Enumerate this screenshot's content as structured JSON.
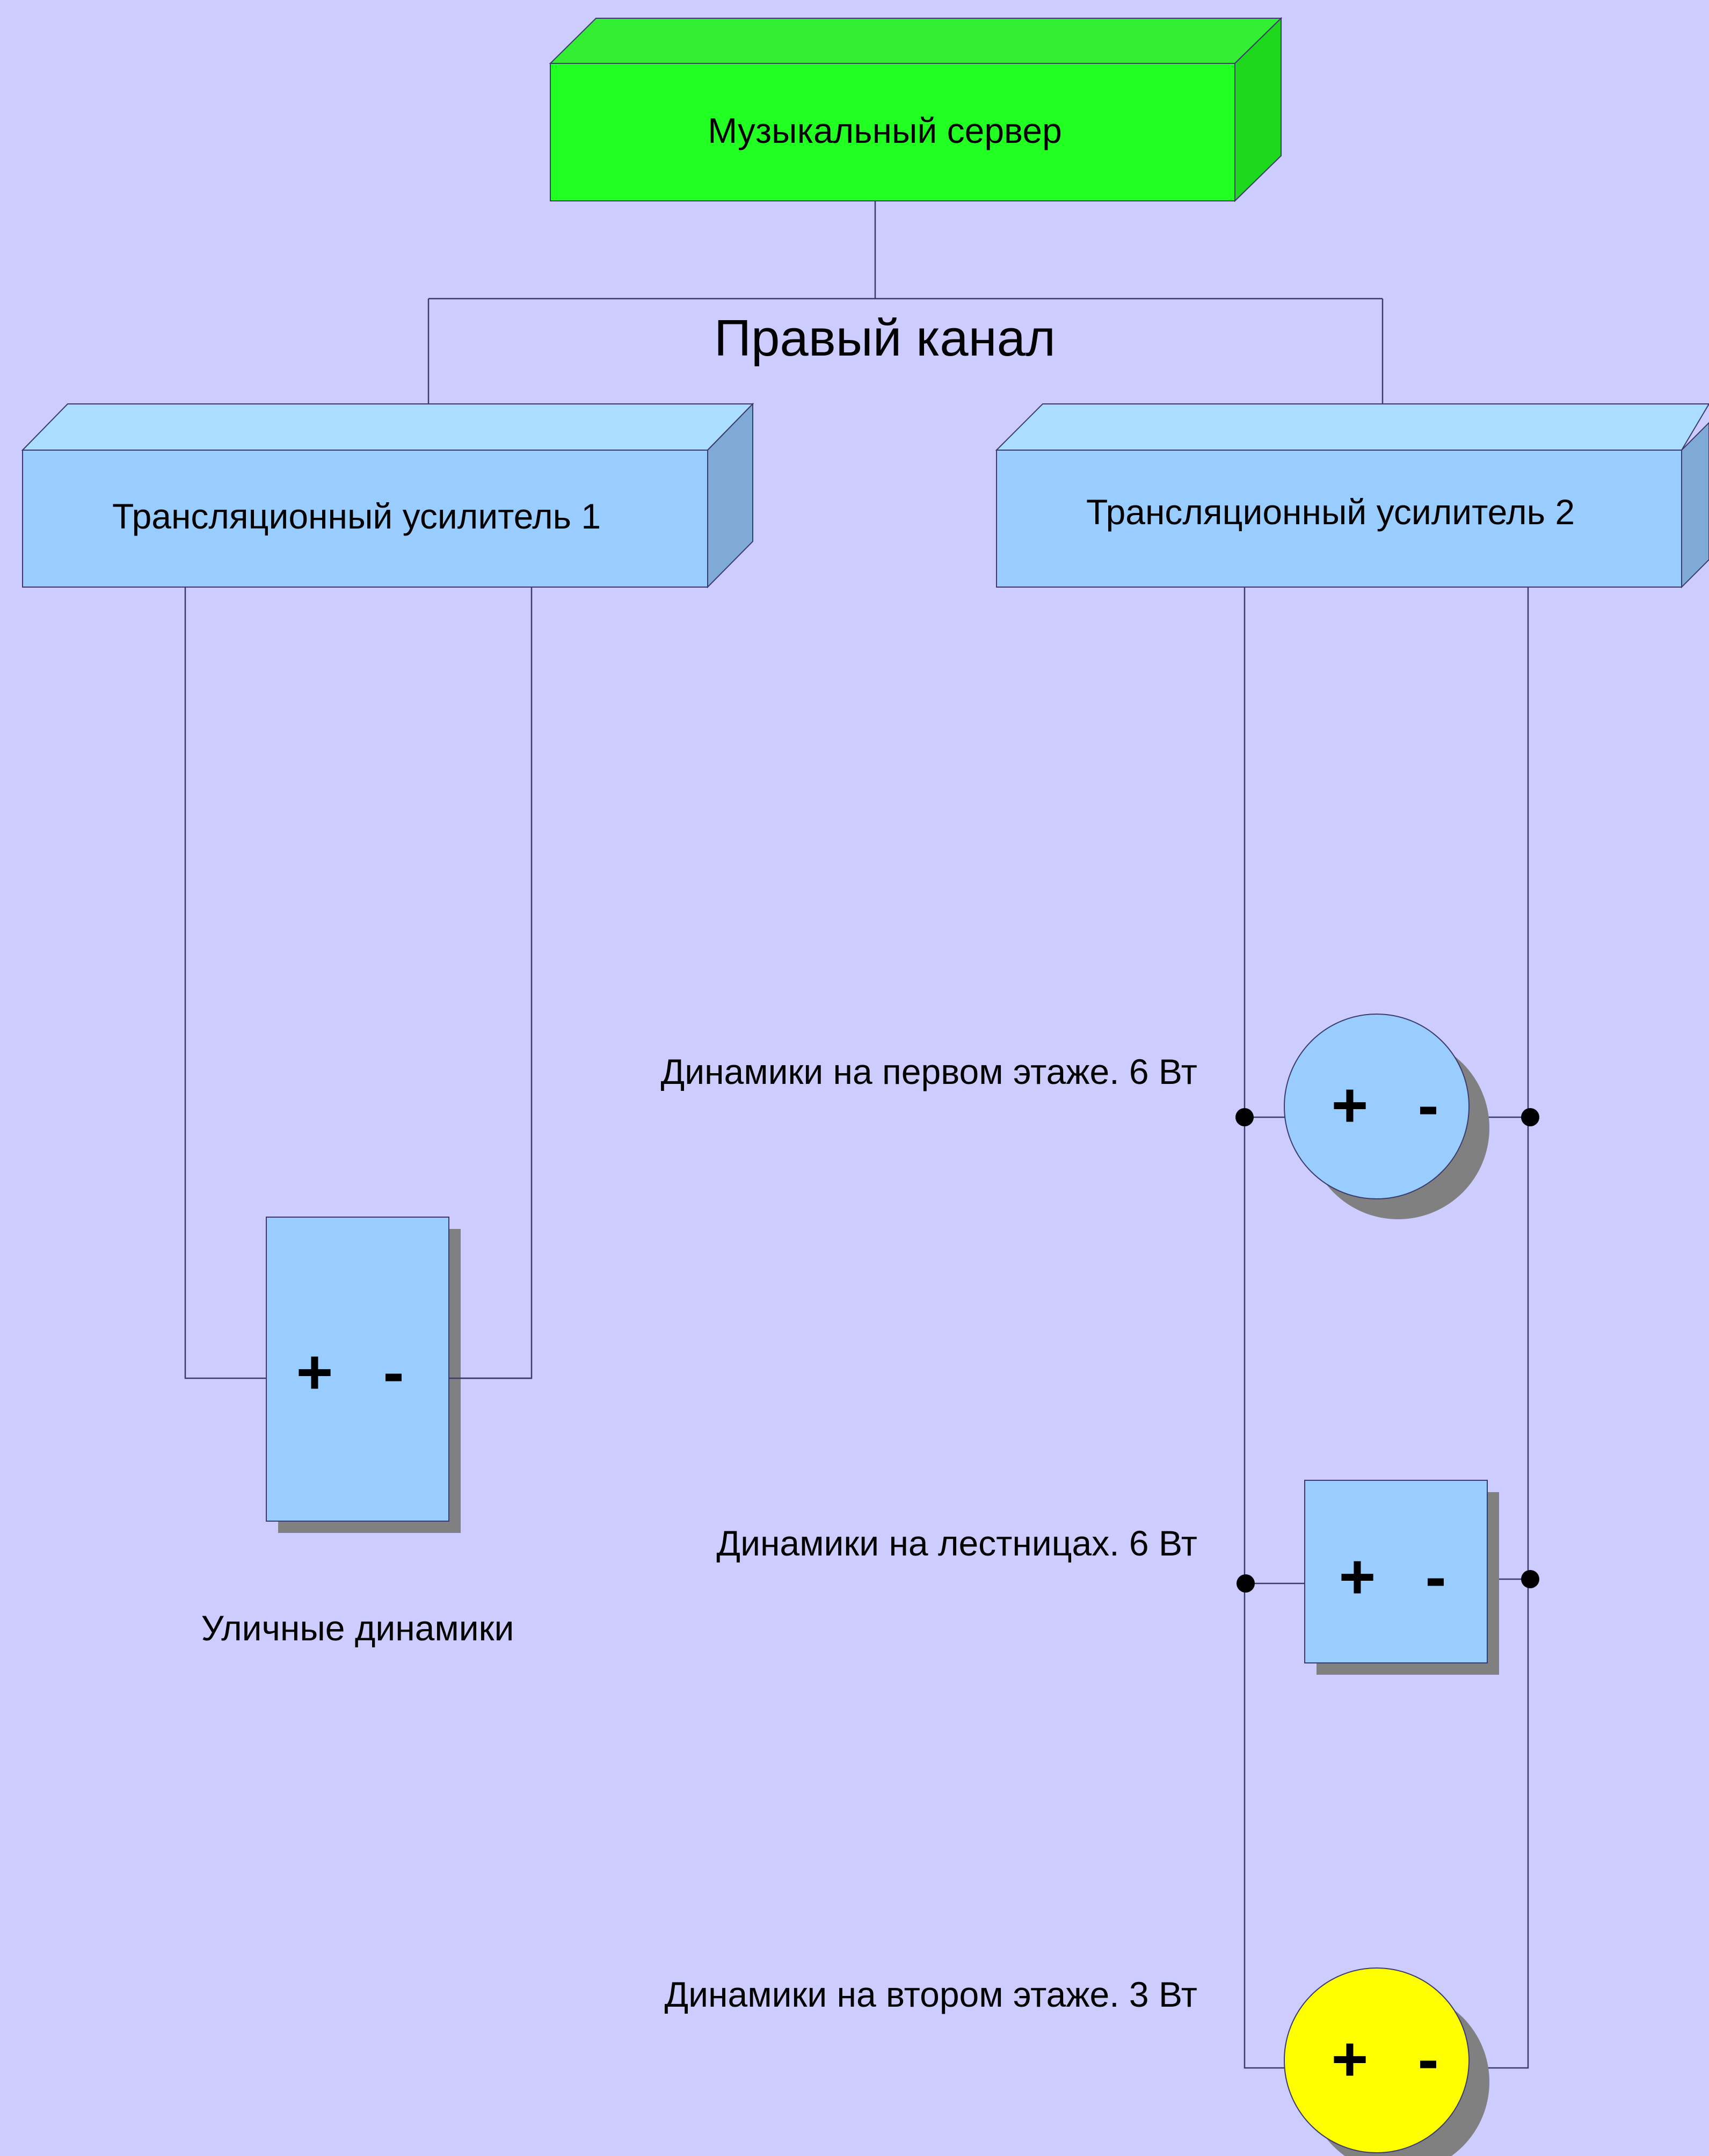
{
  "diagram": {
    "server": {
      "label": "Музыкальный сервер"
    },
    "channel": {
      "label": "Правый канал"
    },
    "amplifiers": [
      {
        "label": "Трансляционный усилитель 1"
      },
      {
        "label": "Трансляционный усилитель 2"
      }
    ],
    "speakers": [
      {
        "label": "Уличные динамики",
        "plus": "+",
        "minus": "-"
      },
      {
        "label": "Динамики на первом этаже. 6 Вт",
        "plus": "+",
        "minus": "-"
      },
      {
        "label": "Динамики на лестницах. 6 Вт",
        "plus": "+",
        "minus": "-"
      },
      {
        "label": "Динамики на втором этаже. 3 Вт",
        "plus": "+",
        "minus": "-"
      }
    ]
  },
  "colors": {
    "background": "#ccccff",
    "server_front": "#22ff22",
    "server_top": "#33ee33",
    "server_side": "#1ed81e",
    "amp_front": "#99ccff",
    "amp_top": "#aaddff",
    "amp_side": "#7faad8",
    "speaker_blue": "#99ccff",
    "speaker_yellow": "#ffff00",
    "shadow": "#808080",
    "wire": "#3b3b6b"
  }
}
